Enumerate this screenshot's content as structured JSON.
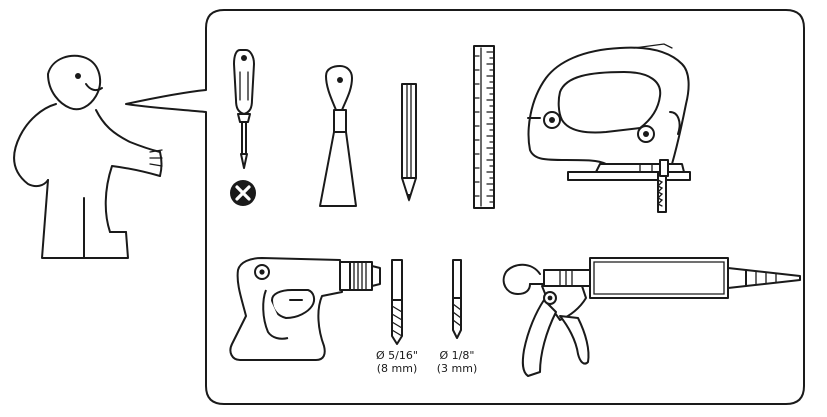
{
  "drill_bits": [
    {
      "diameter_in": "Ø 5/16\"",
      "diameter_mm": "(8 mm)"
    },
    {
      "diameter_in": "Ø 1/8\"",
      "diameter_mm": "(3 mm)"
    }
  ],
  "icons": {
    "not_needed": "cross-in-circle",
    "person": "assembly-guide-figure"
  },
  "colors": {
    "line": "#1a1a1a",
    "background": "#ffffff"
  }
}
